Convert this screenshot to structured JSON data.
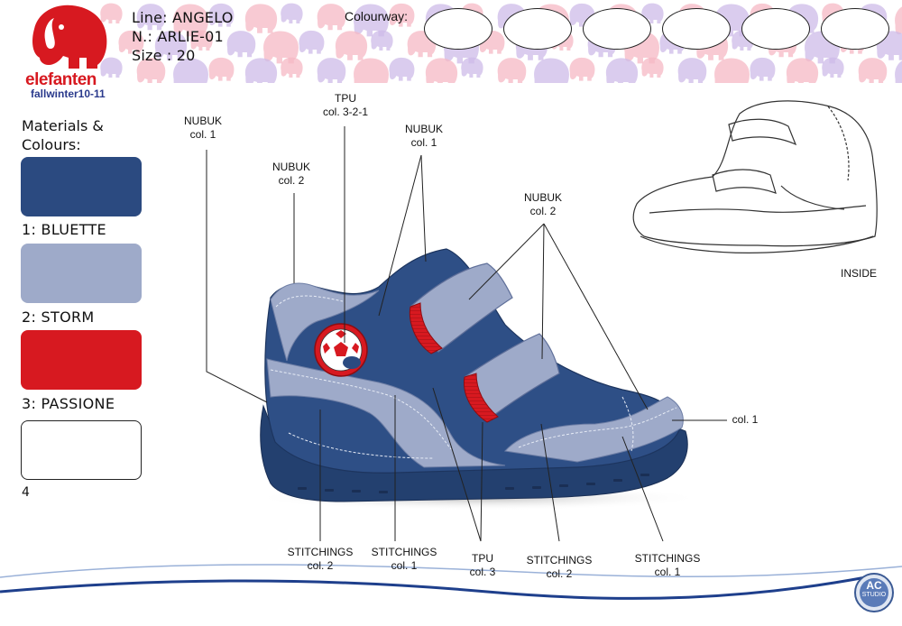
{
  "header": {
    "brand": "elefanten",
    "season": "fallwinter10-11",
    "line": "Line: ANGELO",
    "number": "N.: ARLIE-01",
    "size": "Size : 20",
    "colourway_label": "Colourway:"
  },
  "materials": {
    "title_line1": "Materials &",
    "title_line2": "Colours:",
    "swatches": [
      {
        "label": "1: BLUETTE",
        "color": "#2b4a80"
      },
      {
        "label": "2: STORM",
        "color": "#9eaac9"
      },
      {
        "label": "3: PASSIONE",
        "color": "#d71920"
      },
      {
        "label": "4",
        "color": "#ffffff"
      }
    ]
  },
  "callouts": [
    {
      "l1": "NUBUK",
      "l2": "col. 1"
    },
    {
      "l1": "NUBUK",
      "l2": "col. 2"
    },
    {
      "l1": "TPU",
      "l2": "col. 3-2-1"
    },
    {
      "l1": "NUBUK",
      "l2": "col. 1"
    },
    {
      "l1": "NUBUK",
      "l2": "col. 2"
    },
    {
      "l1": "",
      "l2": "col. 1"
    },
    {
      "l1": "STITCHINGS",
      "l2": "col. 2"
    },
    {
      "l1": "STITCHINGS",
      "l2": "col. 1"
    },
    {
      "l1": "TPU",
      "l2": "col. 3"
    },
    {
      "l1": "STITCHINGS",
      "l2": "col. 2"
    },
    {
      "l1": "STITCHINGS",
      "l2": "col. 1"
    }
  ],
  "inside_label": "INSIDE",
  "studio": {
    "l1": "AC",
    "l2": "STUDIO"
  },
  "colors": {
    "bluette": "#2b4a80",
    "storm": "#9eaac9",
    "passione": "#d71920",
    "pattern_pink": "#f5b8c4",
    "pattern_lilac": "#cdbbe8",
    "wave": "#1e3f8c"
  }
}
